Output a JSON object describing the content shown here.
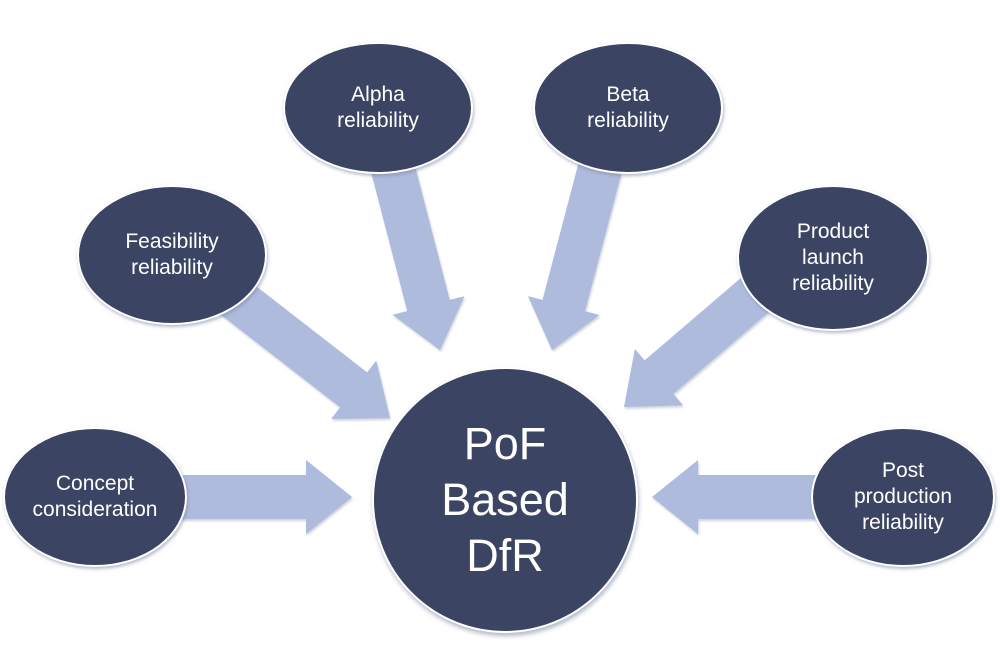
{
  "diagram": {
    "center": {
      "label": "PoF Based DfR",
      "lines": [
        "PoF",
        "Based",
        "DfR"
      ]
    },
    "nodes": [
      {
        "id": "concept-consideration",
        "label": "Concept consideration"
      },
      {
        "id": "feasibility-reliability",
        "label": "Feasibility reliability"
      },
      {
        "id": "alpha-reliability",
        "label": "Alpha reliability"
      },
      {
        "id": "beta-reliability",
        "label": "Beta reliability"
      },
      {
        "id": "product-launch-reliability",
        "label": "Product launch reliability"
      },
      {
        "id": "post-production-reliability",
        "label": "Post production reliability"
      }
    ],
    "colors": {
      "node_fill": "#3B4563",
      "arrow_fill": "#AFBBDC",
      "text": "#FFFFFF",
      "background": "#FFFFFF"
    }
  }
}
